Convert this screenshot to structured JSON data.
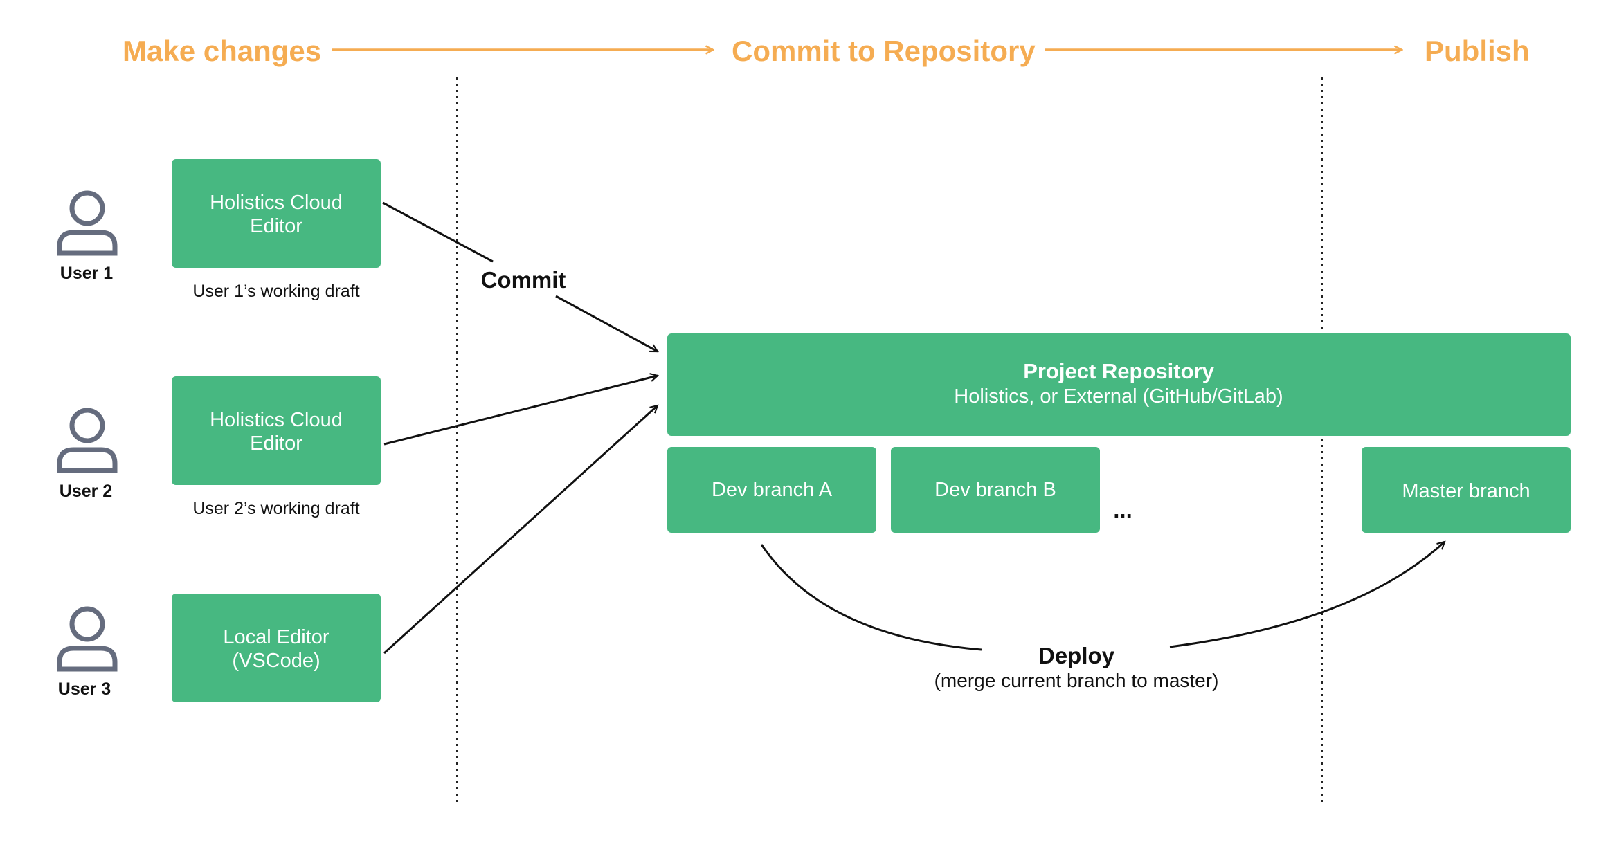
{
  "stages": {
    "make_changes": "Make changes",
    "commit_to_repository": "Commit to Repository",
    "publish": "Publish"
  },
  "users": [
    {
      "label": "User 1"
    },
    {
      "label": "User 2"
    },
    {
      "label": "User 3"
    }
  ],
  "editors": [
    {
      "line1": "Holistics Cloud",
      "line2": "Editor",
      "caption": "User 1’s working draft"
    },
    {
      "line1": "Holistics Cloud",
      "line2": "Editor",
      "caption": "User 2’s working draft"
    },
    {
      "line1": "Local Editor",
      "line2": "(VSCode)",
      "caption": ""
    }
  ],
  "commit": {
    "label": "Commit"
  },
  "repository": {
    "title": "Project Repository",
    "subtitle": "Holistics, or External (GitHub/GitLab)"
  },
  "branches": {
    "dev_a": "Dev branch A",
    "dev_b": "Dev branch B",
    "ellipsis": "...",
    "master": "Master branch"
  },
  "deploy": {
    "label": "Deploy",
    "sublabel": "(merge current branch to master)"
  },
  "colors": {
    "stage_orange": "#F5AC52",
    "box_green": "#47B881",
    "user_icon_gray": "#656C7E",
    "text_dark": "#111111"
  }
}
